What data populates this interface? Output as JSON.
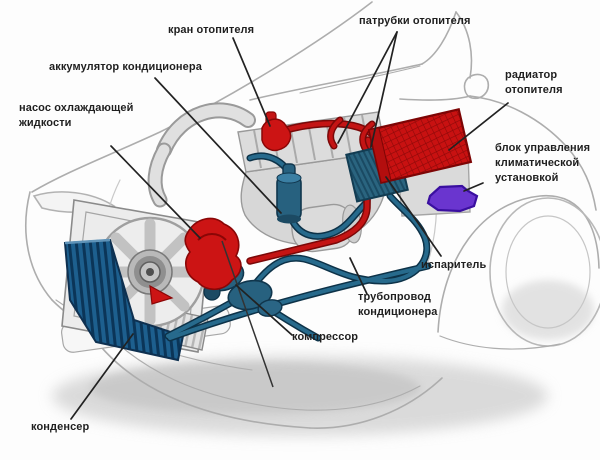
{
  "diagram": {
    "type": "car-climate-control-system-diagram",
    "language": "ru",
    "labels": [
      {
        "id": "heater-valve",
        "text": "кран отопителя"
      },
      {
        "id": "heater-pipes",
        "text": "патрубки отопителя"
      },
      {
        "id": "ac-accumulator",
        "text": "аккумулятор кондиционера"
      },
      {
        "id": "coolant-pump",
        "text": "насос охлаждающей\nжидкости"
      },
      {
        "id": "heater-radiator",
        "text": "радиатор\nотопителя"
      },
      {
        "id": "climate-control-unit",
        "text": "блок управления\nклиматической\nустановкой"
      },
      {
        "id": "evaporator",
        "text": "испаритель"
      },
      {
        "id": "ac-pipeline",
        "text": "трубопровод\nкондиционера"
      },
      {
        "id": "compressor",
        "text": "компрессор"
      },
      {
        "id": "condenser",
        "text": "конденсер"
      }
    ],
    "colors": {
      "heating_circuit": "#c81414",
      "ac_circuit": "#24617f",
      "condenser_fill": "#1d5f8e",
      "climate_control_unit": "#6a35cf",
      "leader_line": "#222222",
      "label_text": "#1f1f1f",
      "car_outline": "#adadad",
      "engine_gray": "#dcdcdc",
      "background": "#fdfdfd"
    }
  }
}
